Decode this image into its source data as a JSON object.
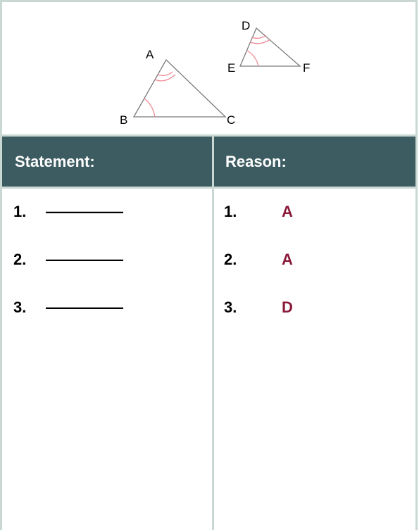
{
  "diagram": {
    "large_triangle": {
      "vertex_top": "A",
      "vertex_left": "B",
      "vertex_right": "C"
    },
    "small_triangle": {
      "vertex_top": "D",
      "vertex_left": "E",
      "vertex_right": "F"
    },
    "line_color": "#7a7a7a",
    "angle_mark_color": "#f08a96"
  },
  "table": {
    "header_bg": "#3d5c61",
    "border_color": "#c9d8d3",
    "headers": {
      "statement": "Statement:",
      "reason": "Reason:"
    },
    "rows": [
      {
        "number": "1.",
        "statement": "—————",
        "reason_number": "1.",
        "reason": "A"
      },
      {
        "number": "2.",
        "statement": "—————",
        "reason_number": "2.",
        "reason": "A"
      },
      {
        "number": "3.",
        "statement": "—————",
        "reason_number": "3.",
        "reason": "D"
      }
    ],
    "reason_color": "#8b1a3a"
  }
}
